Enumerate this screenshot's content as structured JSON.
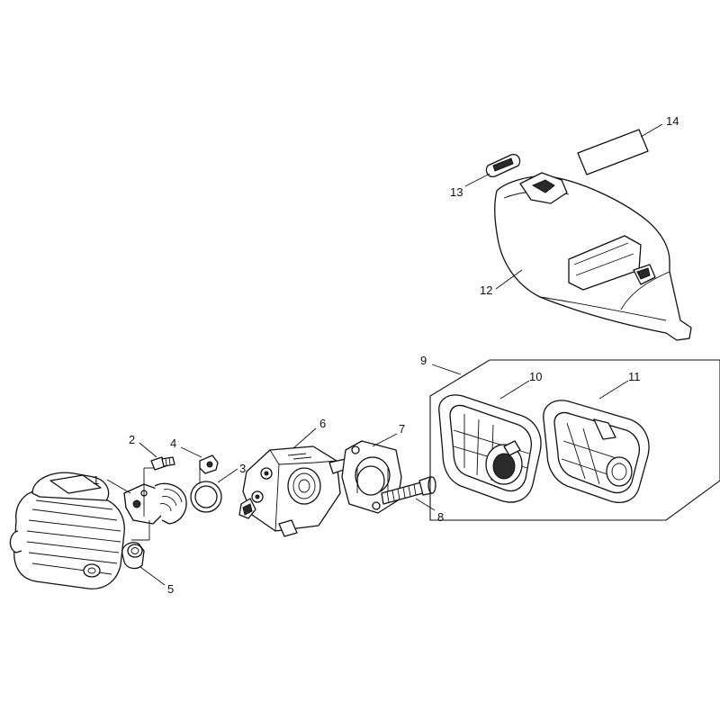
{
  "diagram": {
    "callouts": [
      {
        "id": "1",
        "label": "1"
      },
      {
        "id": "2",
        "label": "2"
      },
      {
        "id": "3",
        "label": "3"
      },
      {
        "id": "4",
        "label": "4"
      },
      {
        "id": "5",
        "label": "5"
      },
      {
        "id": "6",
        "label": "6"
      },
      {
        "id": "7",
        "label": "7"
      },
      {
        "id": "8",
        "label": "8"
      },
      {
        "id": "9",
        "label": "9"
      },
      {
        "id": "10",
        "label": "10"
      },
      {
        "id": "11",
        "label": "11"
      },
      {
        "id": "12",
        "label": "12"
      },
      {
        "id": "13",
        "label": "13"
      },
      {
        "id": "14",
        "label": "14"
      }
    ],
    "colors": {
      "line": "#111111",
      "background": "#ffffff",
      "shade": "#2a2a2a"
    }
  }
}
